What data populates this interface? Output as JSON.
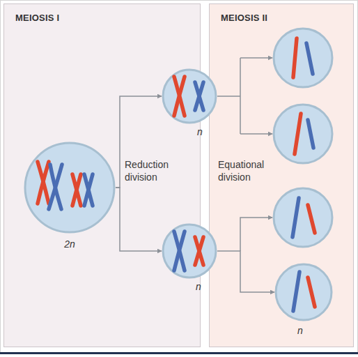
{
  "diagram": {
    "nodes": [
      {
        "text": [
          "MEIOSIS I"
        ]
      },
      {
        "text": [
          "MEIOSIS II"
        ]
      },
      {
        "text": [
          "2n"
        ],
        "in": 0
      },
      {
        "text": [
          "n"
        ]
      },
      {
        "text": [
          "n"
        ]
      },
      {
        "text": [
          "n"
        ],
        "in": 1
      }
    ],
    "edges": [
      {
        "from": 2,
        "to": 3,
        "arrow": "to"
      },
      {
        "from": 2,
        "to": 4,
        "arrow": "to"
      },
      {
        "from": 4,
        "to": 5,
        "arrow": "to"
      }
    ],
    "labels": [
      "Reduction division",
      "Equational division"
    ]
  }
}
